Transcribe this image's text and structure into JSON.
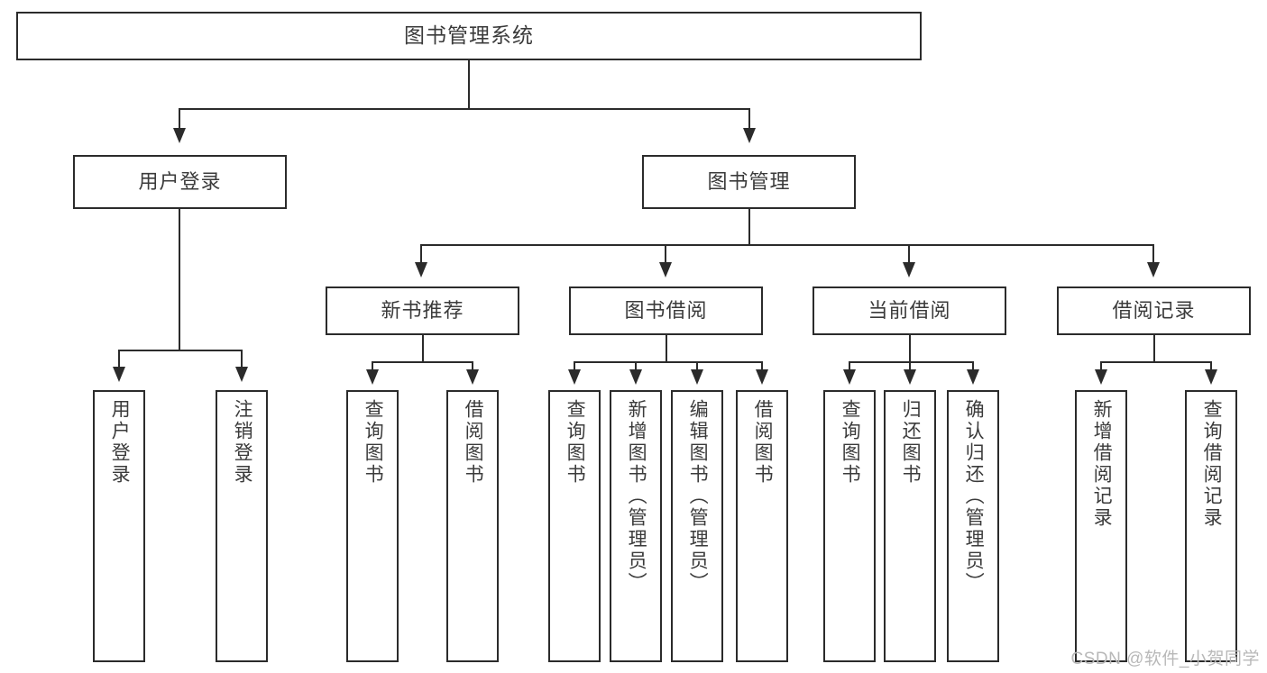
{
  "diagram": {
    "title_node": {
      "label": "图书管理系统"
    },
    "level2": [
      {
        "label": "用户登录"
      },
      {
        "label": "图书管理"
      }
    ],
    "level3": [
      {
        "label": "新书推荐"
      },
      {
        "label": "图书借阅"
      },
      {
        "label": "当前借阅"
      },
      {
        "label": "借阅记录"
      }
    ],
    "leaves": {
      "user_login": [
        {
          "label": "用户登录"
        },
        {
          "label": "注销登录"
        }
      ],
      "new_book_recommend": [
        {
          "label": "查询图书"
        },
        {
          "label": "借阅图书"
        }
      ],
      "book_borrow": [
        {
          "label": "查询图书"
        },
        {
          "label": "新增图书（管理员）"
        },
        {
          "label": "编辑图书（管理员）"
        },
        {
          "label": "借阅图书"
        }
      ],
      "current_borrow": [
        {
          "label": "查询图书"
        },
        {
          "label": "归还图书"
        },
        {
          "label": "确认归还（管理员）"
        }
      ],
      "borrow_record": [
        {
          "label": "新增借阅记录"
        },
        {
          "label": "查询借阅记录"
        }
      ]
    }
  },
  "watermark": {
    "text": "CSDN @软件_小贺同学"
  },
  "colors": {
    "stroke": "#2b2b2b",
    "text": "#3b3b3b",
    "background": "#ffffff",
    "watermark": "#b8b8b8"
  }
}
